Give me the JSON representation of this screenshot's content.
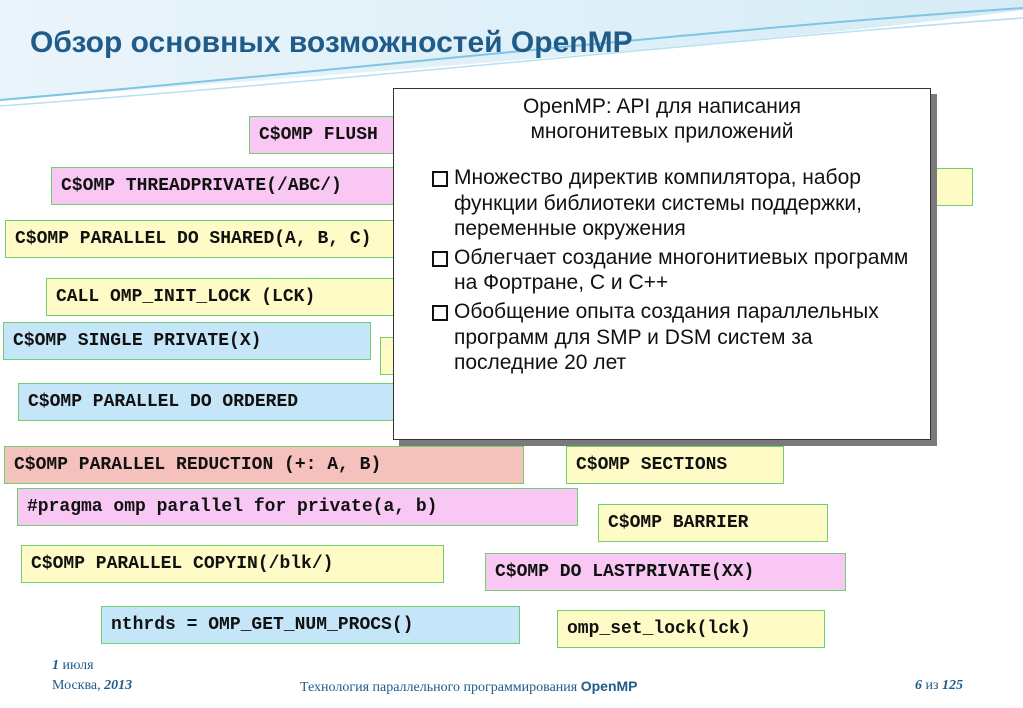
{
  "slide": {
    "title": "Обзор основных возможностей OpenMP"
  },
  "tags": [
    {
      "id": "flush",
      "text": "C$OMP FLUSH"
    },
    {
      "id": "threadprivate",
      "text": "C$OMP THREADPRIVATE(/ABC/)"
    },
    {
      "id": "parallel-do-shared",
      "text": "C$OMP PARALLEL DO SHARED(A, B, C)"
    },
    {
      "id": "init-lock",
      "text": "CALL OMP_INIT_LOCK (LCK)"
    },
    {
      "id": "single-private",
      "text": "C$OMP SINGLE PRIVATE(X)"
    },
    {
      "id": "parallel-do-ordered",
      "text": "C$OMP PARALLEL DO ORDERED"
    },
    {
      "id": "parallel-reduction",
      "text": "C$OMP PARALLEL  REDUCTION (+: A, B)"
    },
    {
      "id": "sections",
      "text": "C$OMP SECTIONS"
    },
    {
      "id": "pragma",
      "text": "#pragma omp parallel for private(a, b)"
    },
    {
      "id": "barrier",
      "text": "C$OMP BARRIER"
    },
    {
      "id": "copyin",
      "text": "C$OMP PARALLEL COPYIN(/blk/)"
    },
    {
      "id": "lastprivate",
      "text": "C$OMP DO LASTPRIVATE(XX)"
    },
    {
      "id": "num-procs",
      "text": "nthrds = OMP_GET_NUM_PROCS()"
    },
    {
      "id": "set-lock",
      "text": "omp_set_lock(lck)"
    }
  ],
  "info_box": {
    "title_line1": "OpenMP:  API для написания",
    "title_line2": "многонитевых приложений",
    "bullets": [
      "Множество директив компилятора, набор функции библиотеки системы поддержки, переменные окружения",
      "Облегчает создание многонитиевых программ на Фортране, С и С++",
      "Обобщение опыта создания параллельных программ для SMP и DSM систем за последние 20 лет"
    ]
  },
  "footer": {
    "date_day": "1",
    "date_month": " июля",
    "city": "Москва, ",
    "year": "2013",
    "course": "Технология параллельного программирования ",
    "course_bold": "OpenMP",
    "page_num": "6",
    "page_sep": " из ",
    "page_total": "125"
  },
  "colors": {
    "title": "#1f5c8a",
    "pink": "#f8c7f3",
    "yellow": "#fffbc6",
    "blue": "#c5e6f8",
    "salmon": "#f4c1bd",
    "tag_border": "#6fd06f"
  }
}
